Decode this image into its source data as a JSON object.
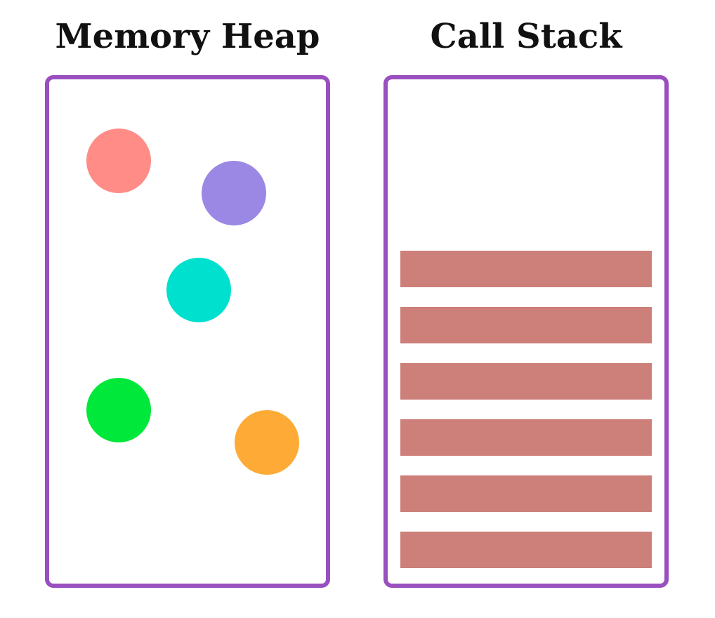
{
  "heap": {
    "title": "Memory Heap",
    "border_color": "#9a4fbf",
    "objects": [
      {
        "color": "#ff8c87"
      },
      {
        "color": "#9b88e4"
      },
      {
        "color": "#00e0cf"
      },
      {
        "color": "#00e83a"
      },
      {
        "color": "#fdab36"
      }
    ]
  },
  "stack": {
    "title": "Call Stack",
    "border_color": "#9a4fbf",
    "frame_count": 6,
    "frame_color": "#cd7f7a"
  }
}
